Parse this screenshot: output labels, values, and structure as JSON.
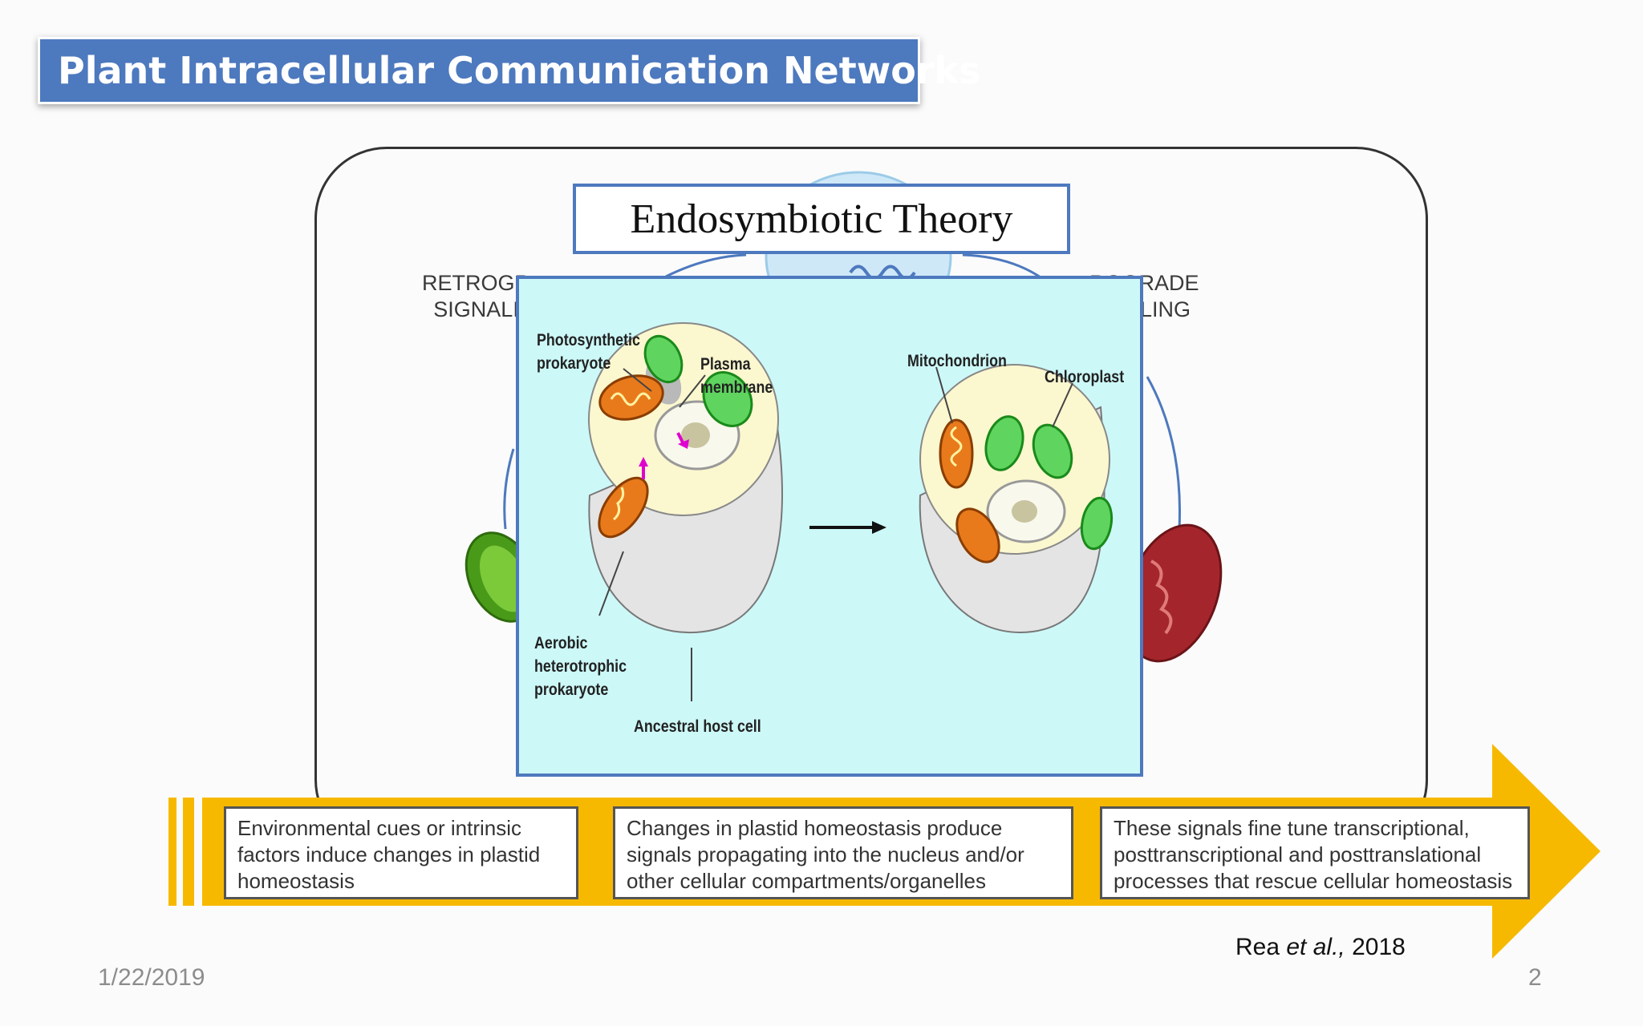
{
  "slide": {
    "title": "Plant Intracellular Communication Networks",
    "date": "1/22/2019",
    "page_number": "2"
  },
  "figure": {
    "retrograde_left": [
      "RETROGR",
      "SIGNALI"
    ],
    "retrograde_right": [
      "ROGRADE",
      "NALLING"
    ],
    "overlay_title": "Endosymbiotic Theory",
    "panel_labels": {
      "photosynthetic": [
        "Photosynthetic",
        "prokaryote"
      ],
      "plasma": [
        "Plasma",
        "membrane"
      ],
      "mitochondrion": "Mitochondrion",
      "chloroplast": "Chloroplast",
      "aerobic": [
        "Aerobic",
        "heterotrophic",
        "prokaryote"
      ],
      "host": "Ancestral host cell"
    },
    "steps": [
      [
        "Environmental cues or intrinsic",
        "factors induce changes in plastid",
        "homeostasis"
      ],
      [
        "Changes in plastid homeostasis produce",
        "signals propagating into the nucleus and/or",
        "other cellular compartments/organelles"
      ],
      [
        "These signals fine tune transcriptional,",
        "posttranscriptional and posttranslational",
        "processes that rescue cellular homeostasis"
      ]
    ]
  },
  "citation": {
    "author": "Rea ",
    "etal": "et al.,",
    "year": " 2018"
  },
  "colors": {
    "title_bar": "#4d79be",
    "arrow": "#f7b900",
    "panel_bg": "#cdf8f8",
    "chloroplast": "#5fd45f",
    "mitochondrion": "#e87a1c"
  }
}
